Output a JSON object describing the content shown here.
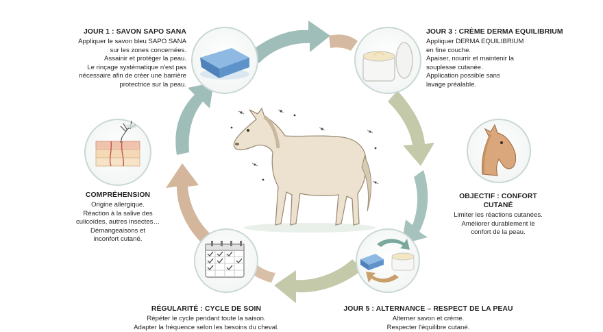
{
  "steps": {
    "jour1": {
      "title": "JOUR 1 : SAVON SAPO SANA",
      "lines": [
        "Appliquer le savon bleu SAPO SANA",
        "sur les zones concernées.",
        "Assainir et protéger la peau.",
        "Le rinçage systématique n'est pas",
        "nécessaire afin de créer une barrière",
        "protectrice sur la peau."
      ]
    },
    "jour3": {
      "title": "JOUR 3 : CRÈME DERMA EQUILIBRIUM",
      "lines": [
        "Appliquer DERMA EQUILIBRIUM",
        "en fine couche.",
        "Apaiser, nourrir et maintenir la",
        "souplesse cutanée.",
        "Application possible sans",
        "lavage préalable."
      ]
    },
    "objectif": {
      "title_lines": [
        "OBJECTIF : CONFORT",
        "CUTANÉ"
      ],
      "lines": [
        "Limiter les réactions cutanées.",
        "Améliorer durablement le",
        "confort de la peau."
      ]
    },
    "jour5": {
      "title": "JOUR 5 : ALTERNANCE – RESPECT DE LA PEAU",
      "lines": [
        "Alterner savon et crème.",
        "Respecter l'équilibre cutané."
      ]
    },
    "regularite": {
      "title": "RÉGULARITÉ : CYCLE DE SOIN",
      "lines": [
        "Répéter le cycle pendant toute la saison.",
        "Adapter la fréquence selon les besoins du cheval."
      ]
    },
    "comprehension": {
      "title": "COMPRÉHENSION",
      "lines": [
        "Origine allergique.",
        "Réaction à la salive des",
        "culicoïdes, autres insectes…",
        "Démangeaisons et",
        "inconfort cutané."
      ]
    }
  },
  "colors": {
    "arrow_teal": "#8fb3ad",
    "arrow_sage": "#b9bf9a",
    "arrow_tan": "#cba98a",
    "soap_blue": "#5e93c9",
    "circle_border": "#c9d8d3",
    "horse_body": "#ece2cf",
    "skin_pink": "#f0c3ae"
  },
  "icons": {
    "center": "horse-illustration",
    "jour1": "blue-soap-icon",
    "jour3": "cream-jar-icon",
    "objectif": "horse-head-icon",
    "jour5": "soap-cream-cycle-icon",
    "regularite": "calendar-icon",
    "comprehension": "skin-mosquito-icon"
  }
}
